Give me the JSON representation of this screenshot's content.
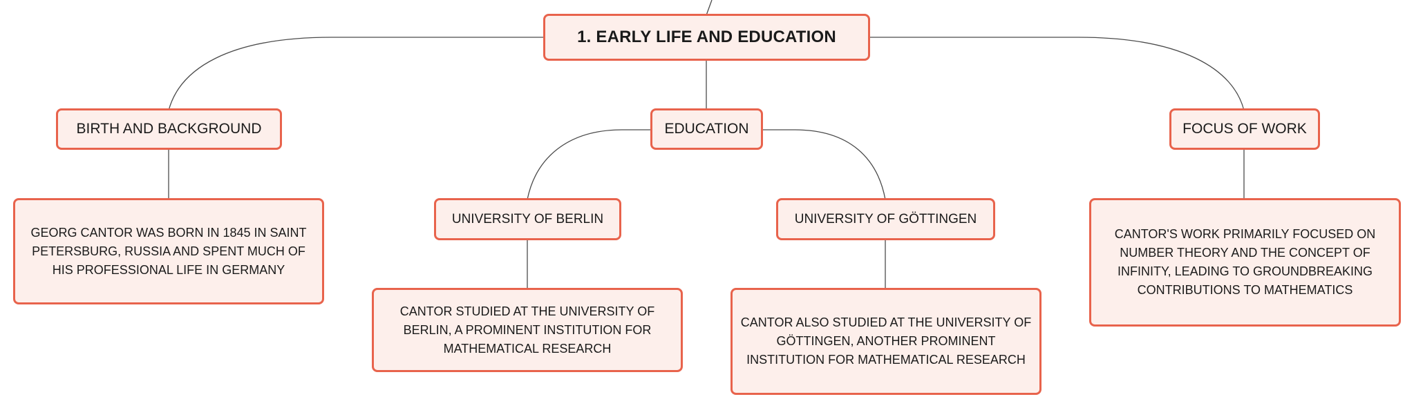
{
  "root": {
    "label": "1. EARLY LIFE AND EDUCATION"
  },
  "topics": {
    "birth": {
      "label": "BIRTH AND BACKGROUND",
      "detail": "GEORG CANTOR WAS BORN IN 1845 IN SAINT PETERSBURG, RUSSIA AND SPENT MUCH OF HIS PROFESSIONAL LIFE IN GERMANY"
    },
    "education": {
      "label": "EDUCATION",
      "berlin": {
        "label": "UNIVERSITY OF BERLIN",
        "detail": "CANTOR STUDIED AT THE UNIVERSITY OF BERLIN, A PROMINENT INSTITUTION FOR MATHEMATICAL RESEARCH"
      },
      "gottingen": {
        "label": "UNIVERSITY OF GÖTTINGEN",
        "detail": "CANTOR ALSO STUDIED AT THE UNIVERSITY OF GÖTTINGEN, ANOTHER PROMINENT INSTITUTION FOR MATHEMATICAL RESEARCH"
      }
    },
    "focus": {
      "label": "FOCUS OF WORK",
      "detail": "CANTOR'S WORK PRIMARILY FOCUSED ON NUMBER THEORY AND THE CONCEPT OF INFINITY, LEADING TO GROUNDBREAKING CONTRIBUTIONS TO MATHEMATICS"
    }
  },
  "colors": {
    "node_border": "#e8634c",
    "node_fill": "#fdefeb",
    "connector": "#4a4a4a",
    "text": "#1a1a1a"
  }
}
